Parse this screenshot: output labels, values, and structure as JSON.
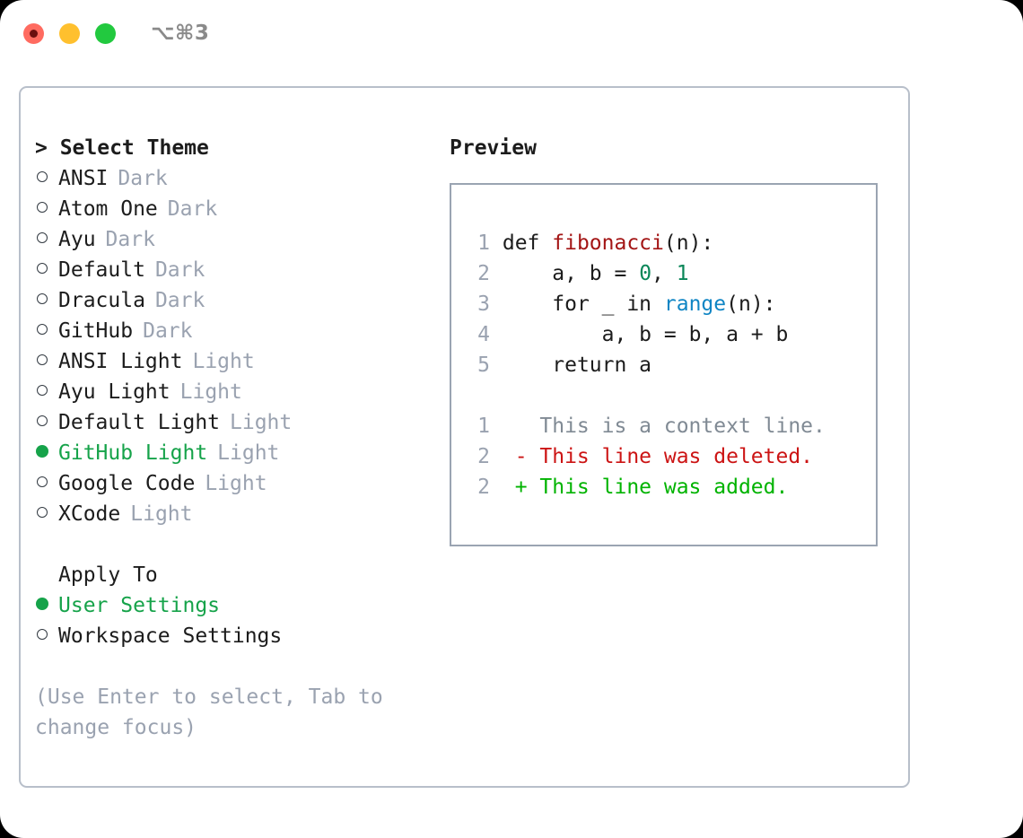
{
  "titlebar": {
    "shortcut": "⌥⌘3",
    "buttons": [
      {
        "name": "close",
        "color": "#ff6b60"
      },
      {
        "name": "minimize",
        "color": "#ffc02e"
      },
      {
        "name": "zoom",
        "color": "#22c93f"
      }
    ]
  },
  "theme_picker": {
    "header": "> Select Theme",
    "items": [
      {
        "name": "ANSI",
        "variant": "Dark",
        "selected": false
      },
      {
        "name": "Atom One",
        "variant": "Dark",
        "selected": false
      },
      {
        "name": "Ayu",
        "variant": "Dark",
        "selected": false
      },
      {
        "name": "Default",
        "variant": "Dark",
        "selected": false
      },
      {
        "name": "Dracula",
        "variant": "Dark",
        "selected": false
      },
      {
        "name": "GitHub",
        "variant": "Dark",
        "selected": false
      },
      {
        "name": "ANSI Light",
        "variant": "Light",
        "selected": false
      },
      {
        "name": "Ayu Light",
        "variant": "Light",
        "selected": false
      },
      {
        "name": "Default Light",
        "variant": "Light",
        "selected": false
      },
      {
        "name": "GitHub Light",
        "variant": "Light",
        "selected": true
      },
      {
        "name": "Google Code",
        "variant": "Light",
        "selected": false
      },
      {
        "name": "XCode",
        "variant": "Light",
        "selected": false
      }
    ]
  },
  "apply_to": {
    "header": "Apply To",
    "items": [
      {
        "name": "User Settings",
        "selected": true
      },
      {
        "name": "Workspace Settings",
        "selected": false
      }
    ]
  },
  "hint": "(Use Enter to select, Tab to change focus)",
  "preview": {
    "header": "Preview",
    "code_lines": [
      {
        "num": "1",
        "tokens": [
          {
            "text": "def ",
            "kind": "plain"
          },
          {
            "text": "fibonacci",
            "kind": "fn"
          },
          {
            "text": "(n):",
            "kind": "plain"
          }
        ]
      },
      {
        "num": "2",
        "tokens": [
          {
            "text": "    a, b = ",
            "kind": "plain"
          },
          {
            "text": "0",
            "kind": "num"
          },
          {
            "text": ", ",
            "kind": "plain"
          },
          {
            "text": "1",
            "kind": "num"
          }
        ]
      },
      {
        "num": "3",
        "tokens": [
          {
            "text": "    for _ in ",
            "kind": "plain"
          },
          {
            "text": "range",
            "kind": "call"
          },
          {
            "text": "(n):",
            "kind": "plain"
          }
        ]
      },
      {
        "num": "4",
        "tokens": [
          {
            "text": "        a, b = b, a + b",
            "kind": "plain"
          }
        ]
      },
      {
        "num": "5",
        "tokens": [
          {
            "text": "    return a",
            "kind": "plain"
          }
        ]
      }
    ],
    "diff_lines": [
      {
        "num": "1",
        "marker": " ",
        "text": "This is a context line.",
        "kind": "context"
      },
      {
        "num": "2",
        "marker": "-",
        "text": "This line was deleted.",
        "kind": "deleted"
      },
      {
        "num": "2",
        "marker": "+",
        "text": "This line was added.",
        "kind": "added"
      }
    ]
  },
  "colors": {
    "selected_green": "#16a34a",
    "muted": "#9aa2b0",
    "diff_add": "#00b300",
    "diff_del": "#cc1414",
    "syntax_fn": "#a31515",
    "syntax_num": "#098658",
    "syntax_call": "#0f85c4"
  }
}
